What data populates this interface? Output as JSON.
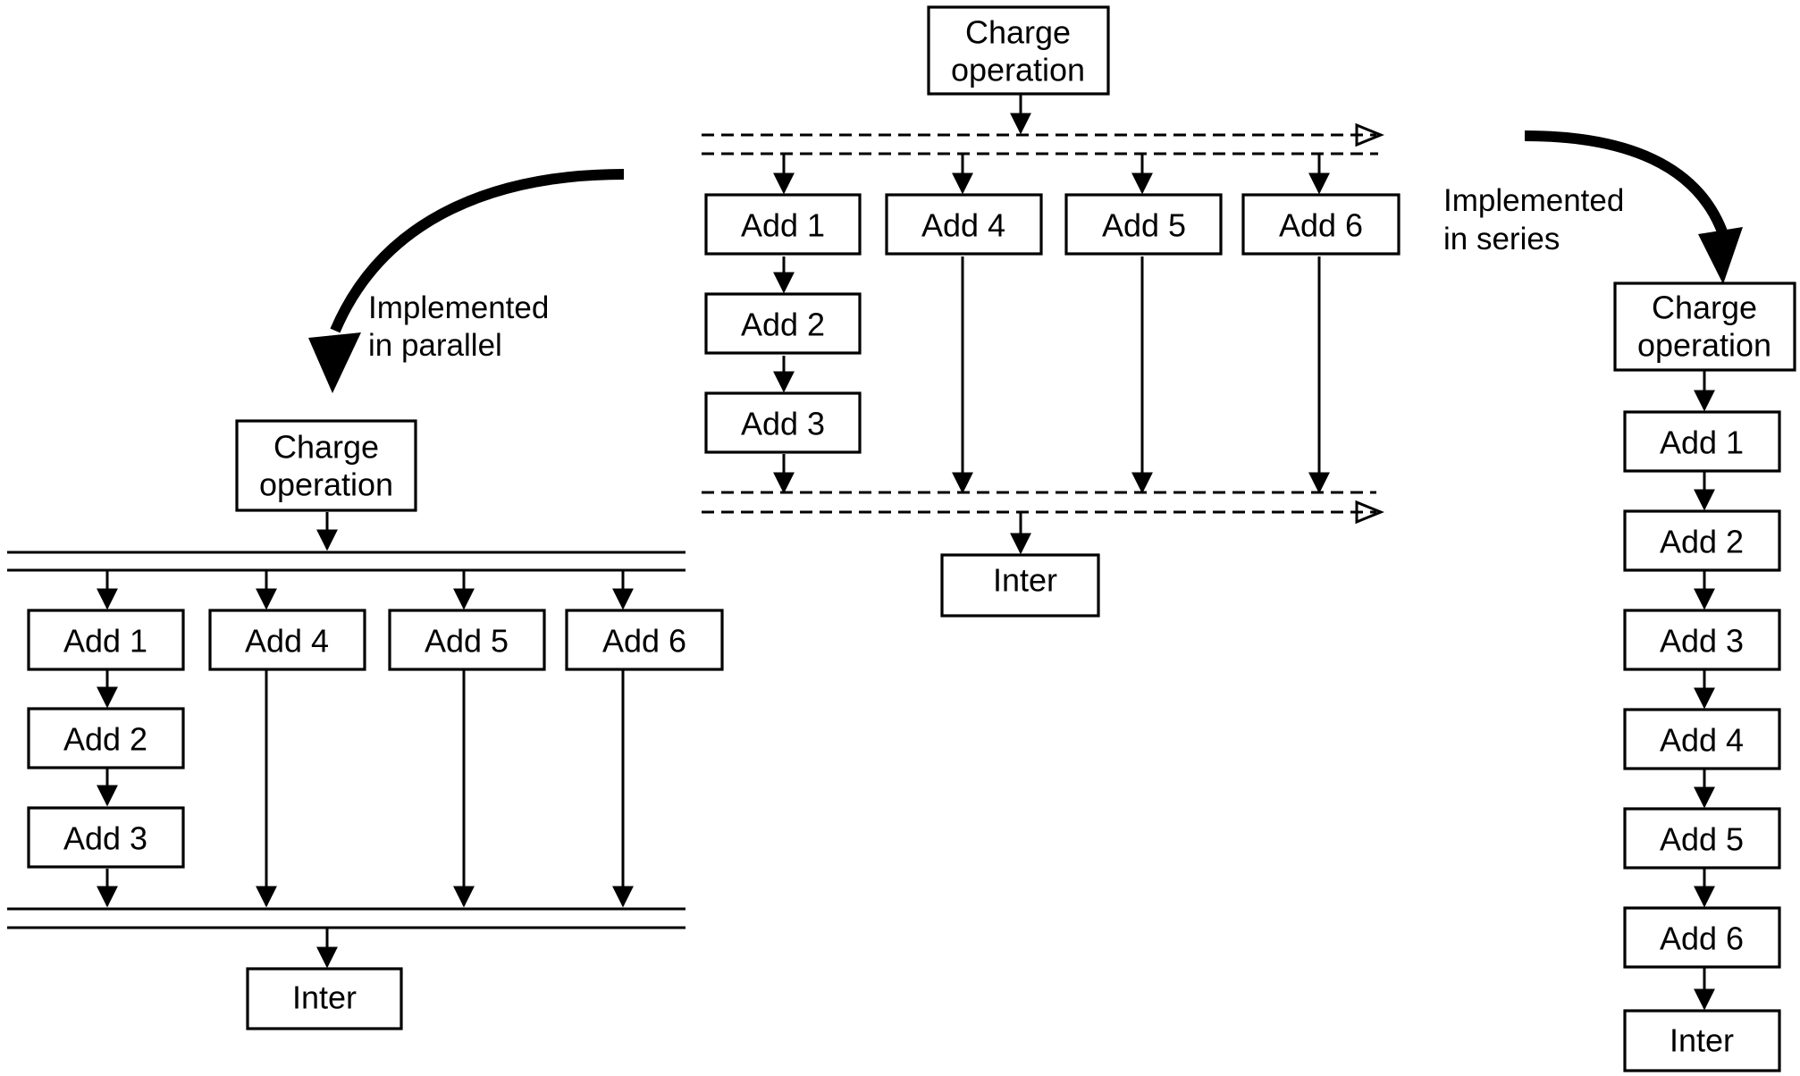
{
  "top": {
    "charge": [
      "Charge",
      "operation"
    ],
    "adds": [
      "Add 1",
      "Add 2",
      "Add 3",
      "Add 4",
      "Add 5",
      "Add 6"
    ],
    "inter": "Inter"
  },
  "parallel": {
    "label": [
      "Implemented",
      "in parallel"
    ],
    "charge": [
      "Charge",
      "operation"
    ],
    "adds": [
      "Add 1",
      "Add 2",
      "Add 3",
      "Add 4",
      "Add 5",
      "Add 6"
    ],
    "inter": "Inter"
  },
  "series": {
    "label": [
      "Implemented",
      "in series"
    ],
    "charge": [
      "Charge",
      "operation"
    ],
    "adds": [
      "Add 1",
      "Add 2",
      "Add 3",
      "Add 4",
      "Add 5",
      "Add 6"
    ],
    "inter": "Inter"
  }
}
